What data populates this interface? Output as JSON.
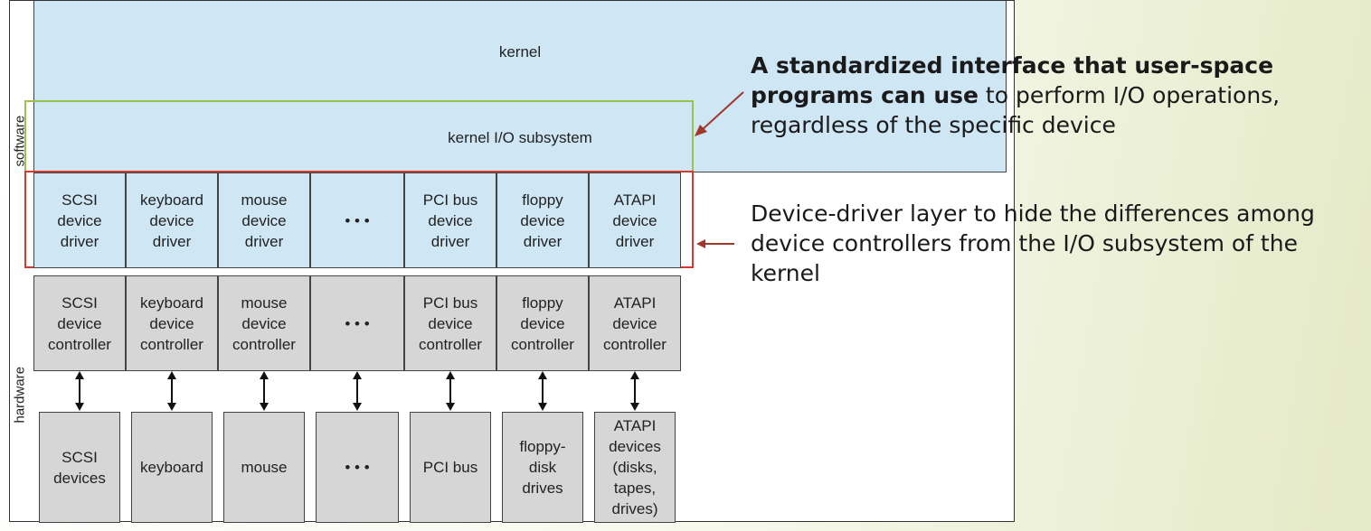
{
  "diagram": {
    "side_labels": {
      "software": "software",
      "hardware": "hardware"
    },
    "kernel": "kernel",
    "kernel_io_subsystem": "kernel I/O subsystem",
    "drivers": [
      "SCSI\ndevice\ndriver",
      "keyboard\ndevice\ndriver",
      "mouse\ndevice\ndriver",
      "• • •",
      "PCI bus\ndevice\ndriver",
      "floppy\ndevice\ndriver",
      "ATAPI\ndevice\ndriver"
    ],
    "controllers": [
      "SCSI\ndevice\ncontroller",
      "keyboard\ndevice\ncontroller",
      "mouse\ndevice\ncontroller",
      "• • •",
      "PCI bus\ndevice\ncontroller",
      "floppy\ndevice\ncontroller",
      "ATAPI\ndevice\ncontroller"
    ],
    "devices": [
      "SCSI\ndevices",
      "keyboard",
      "mouse",
      "• • •",
      "PCI bus",
      "floppy-\ndisk\ndrives",
      "ATAPI\ndevices\n(disks,\ntapes,\ndrives)"
    ],
    "colors": {
      "software": "#cfe6f5",
      "hardware": "#d6d6d6",
      "green_highlight": "#96c354",
      "red_highlight": "#d43a2e",
      "arrow": "#a0372a"
    }
  },
  "callouts": {
    "interface_bold": "A standardized interface that user-space programs can use",
    "interface_rest": " to perform I/O operations, regardless of the specific device",
    "driver_layer": "Device-driver layer to hide the differences among device controllers from the I/O subsystem of the kernel"
  }
}
